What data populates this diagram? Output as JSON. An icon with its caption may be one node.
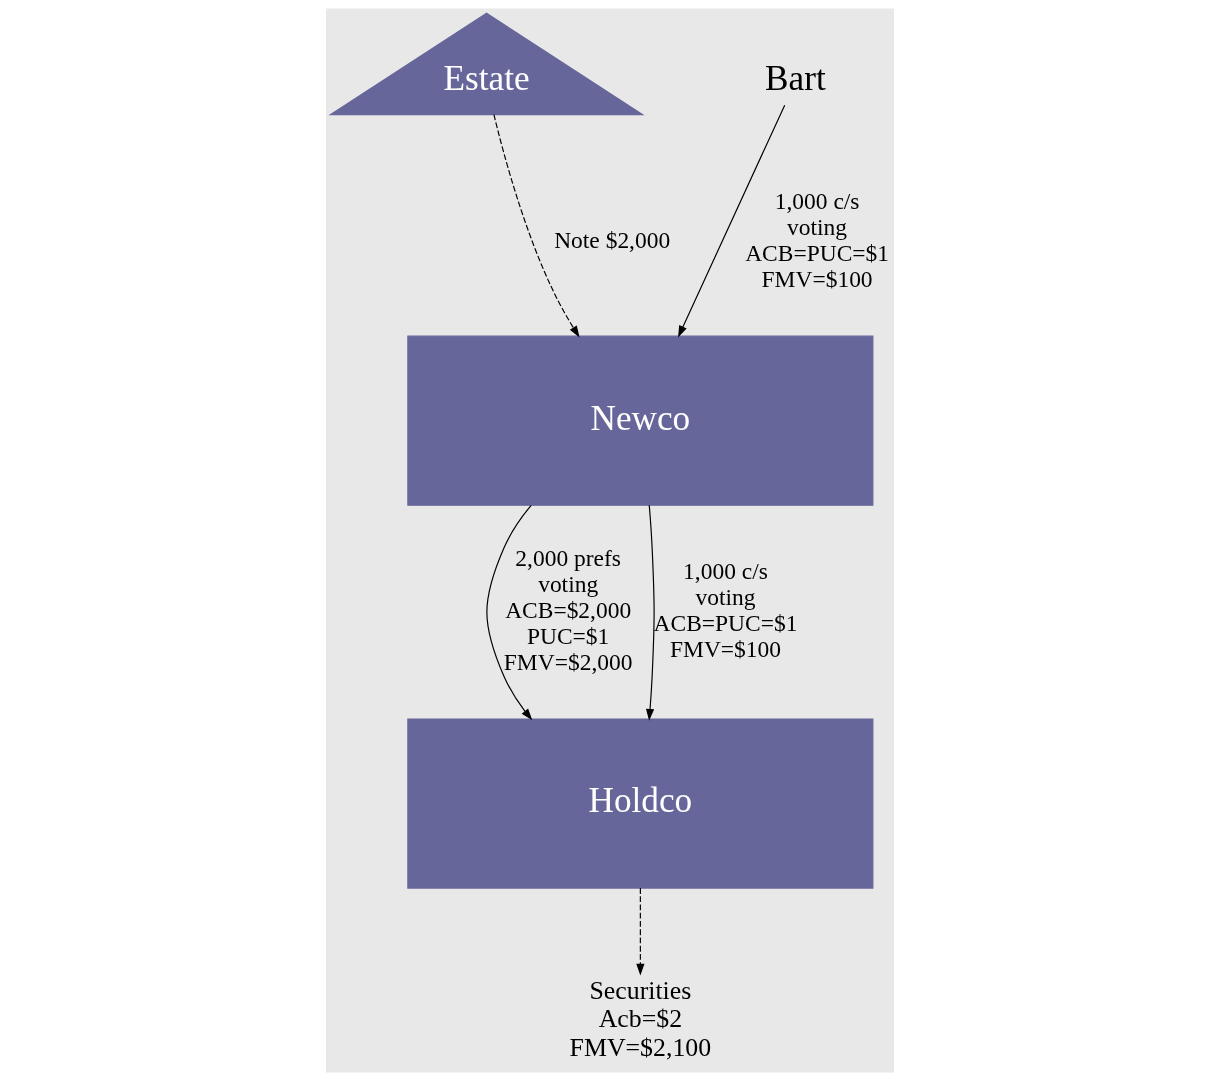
{
  "diagram": {
    "nodes": [
      {
        "text": [
          "Estate"
        ]
      },
      {
        "text": [
          "Bart"
        ]
      },
      {
        "text": [
          "Newco"
        ]
      },
      {
        "text": [
          "Holdco"
        ]
      },
      {
        "text": [
          "Securities Acb=$2 FMV=$2,100"
        ]
      }
    ],
    "edges": [
      {
        "from": 0,
        "to": 2,
        "arrow": "to",
        "style": "dashed",
        "label": "Note $2,000"
      },
      {
        "from": 1,
        "to": 2,
        "arrow": "to",
        "label": "1,000 c/s voting ACB=PUC=$1 FMV=$100"
      },
      {
        "from": 2,
        "to": 3,
        "arrow": "to",
        "label": "2,000 prefs voting ACB=$2,000 PUC=$1 FMV=$2,000"
      },
      {
        "from": 2,
        "to": 3,
        "arrow": "to",
        "label": "1,000 c/s voting ACB=PUC=$1 FMV=$100"
      },
      {
        "from": 3,
        "to": 4,
        "arrow": "to",
        "style": "dashed"
      }
    ]
  }
}
